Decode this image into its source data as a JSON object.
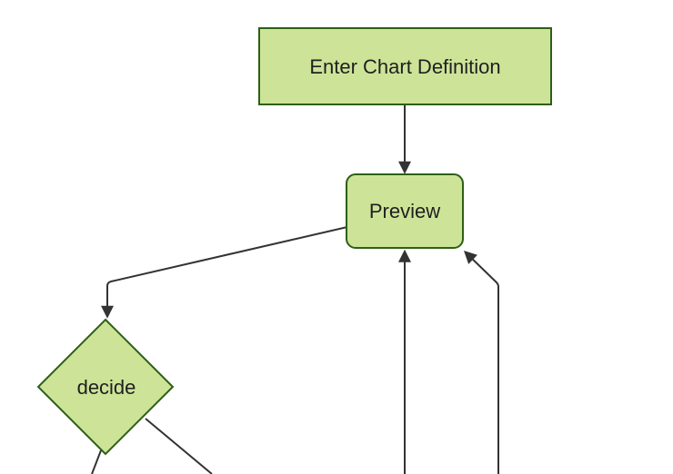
{
  "diagram": {
    "type": "flowchart",
    "direction": "top-down",
    "colors": {
      "node_fill": "#cde498",
      "node_border": "#2d5f16",
      "edge": "#333333",
      "text": "#1f1f1f",
      "background": "#ffffff"
    },
    "nodes": [
      {
        "id": "enter-chart-definition",
        "label": "Enter Chart Definition",
        "shape": "rectangle"
      },
      {
        "id": "preview",
        "label": "Preview",
        "shape": "rounded-rectangle"
      },
      {
        "id": "decide",
        "label": "decide",
        "shape": "diamond"
      }
    ],
    "edges": [
      {
        "from": "enter-chart-definition",
        "to": "preview",
        "arrowhead_visible": true
      },
      {
        "from": "preview",
        "to": "decide",
        "arrowhead_visible": true
      },
      {
        "from": "offscreen-bottom-1",
        "to": "preview",
        "arrowhead_visible": true
      },
      {
        "from": "offscreen-bottom-2",
        "to": "preview",
        "arrowhead_visible": true
      },
      {
        "from": "decide",
        "to": "offscreen-bottom-left",
        "arrowhead_visible": false
      },
      {
        "from": "decide",
        "to": "offscreen-bottom-right",
        "arrowhead_visible": false
      }
    ]
  }
}
